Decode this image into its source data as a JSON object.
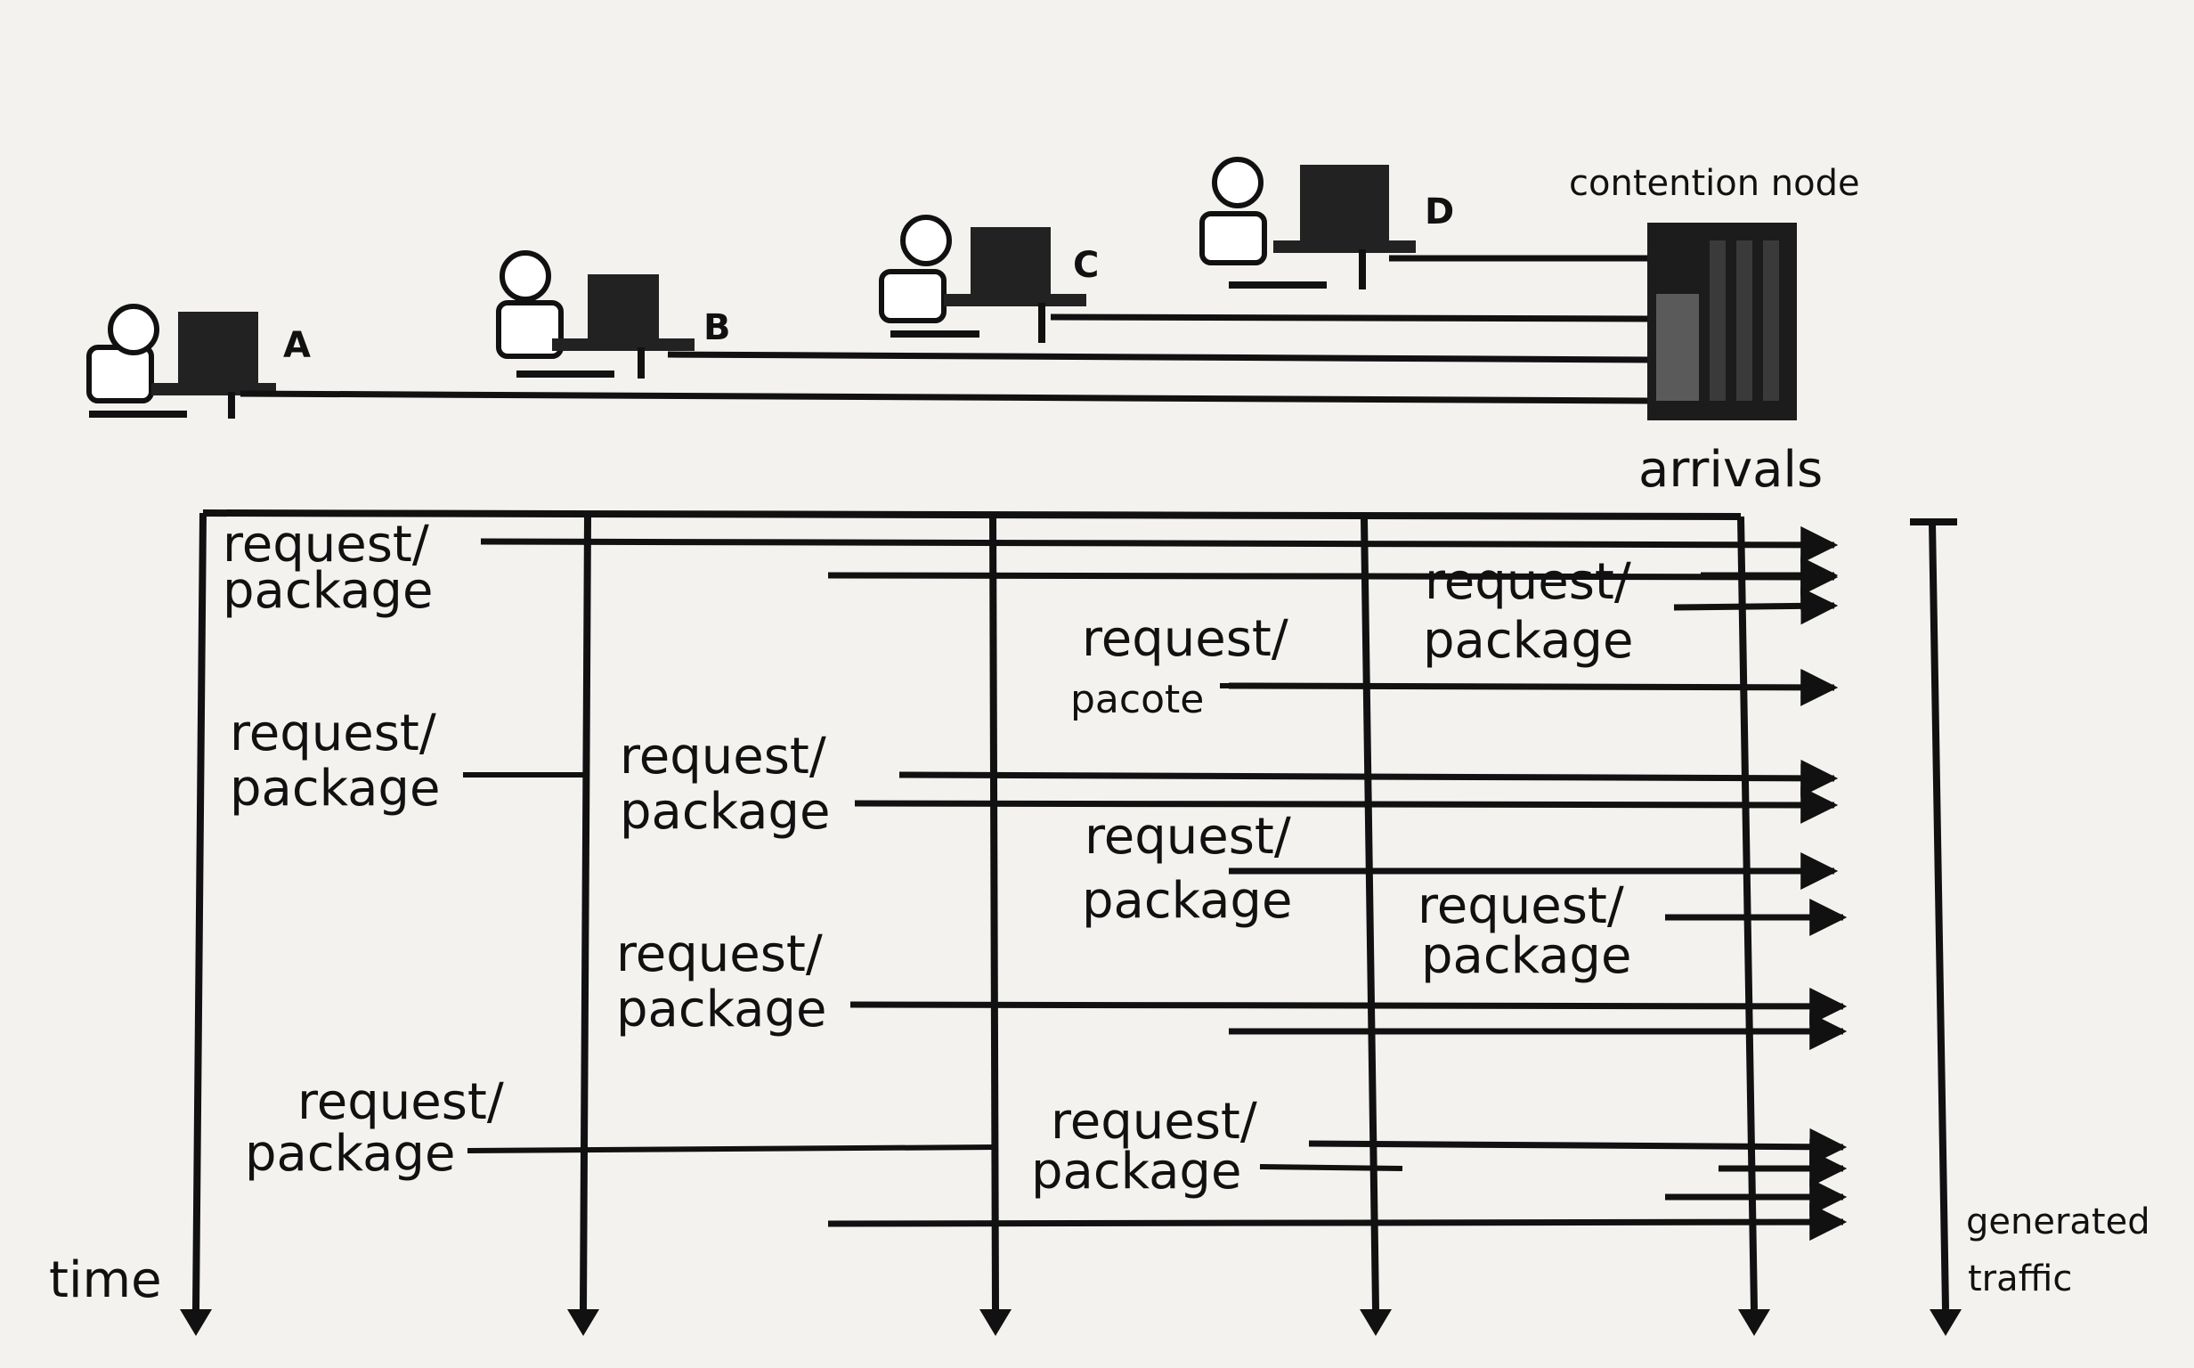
{
  "header": {
    "contention_node": "contention node",
    "arrivals": "arrivals"
  },
  "stations": [
    "A",
    "B",
    "C",
    "D"
  ],
  "time_label": "time",
  "generated_traffic": [
    "generated",
    "traffic"
  ],
  "labels": {
    "request": "request/",
    "package": "package",
    "pacote": "pacote"
  },
  "colors": {
    "ink": "#111111",
    "paper": "#f3f2ee",
    "node_dark": "#1c1c1c",
    "node_mid": "#5a5a5a"
  }
}
